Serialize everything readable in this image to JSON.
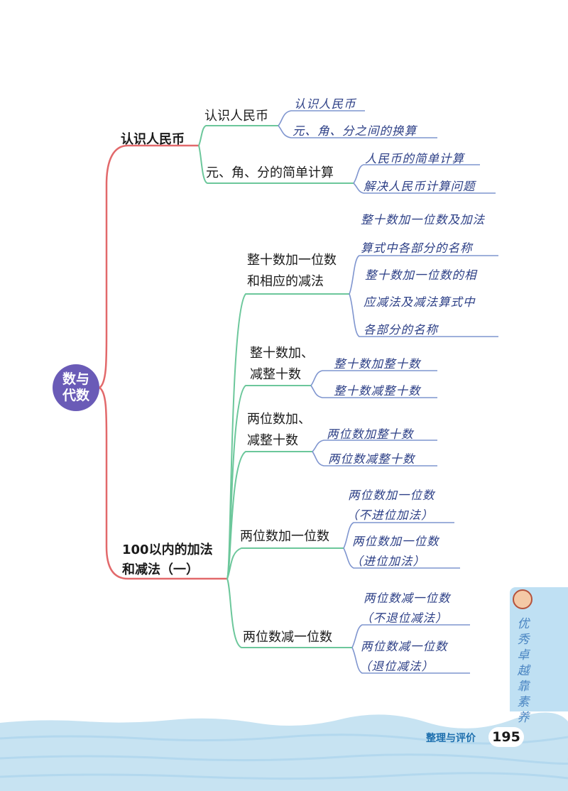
{
  "root": {
    "line1": "数与",
    "line2": "代数"
  },
  "branches": [
    {
      "label": "认识人民币",
      "children": [
        {
          "lines": [
            "认识人民币"
          ],
          "leaves": [
            [
              "认识人民币"
            ],
            [
              "元、角、分之间的换算"
            ]
          ]
        },
        {
          "lines": [
            "元、角、分的简单计算"
          ],
          "leaves": [
            [
              "人民币的简单计算"
            ],
            [
              "解决人民币计算问题"
            ]
          ]
        }
      ]
    },
    {
      "label_lines": [
        "100以内的加法",
        "和减法（一）"
      ],
      "children": [
        {
          "lines": [
            "整十数加一位数",
            "和相应的减法"
          ],
          "leaves": [
            [
              "整十数加一位数及加法",
              "算式中各部分的名称"
            ],
            [
              "整十数加一位数的相",
              "应减法及减法算式中",
              "各部分的名称"
            ]
          ]
        },
        {
          "lines": [
            "整十数加、",
            "减整十数"
          ],
          "leaves": [
            [
              "整十数加整十数"
            ],
            [
              "整十数减整十数"
            ]
          ]
        },
        {
          "lines": [
            "两位数加、",
            "减整十数"
          ],
          "leaves": [
            [
              "两位数加整十数"
            ],
            [
              "两位数减整十数"
            ]
          ]
        },
        {
          "lines": [
            "两位数加一位数"
          ],
          "leaves": [
            [
              "两位数加一位数",
              "（不进位加法）"
            ],
            [
              "两位数加一位数",
              "（进位加法）"
            ]
          ]
        },
        {
          "lines": [
            "两位数减一位数"
          ],
          "leaves": [
            [
              "两位数减一位数",
              "（不退位减法）"
            ],
            [
              "两位数减一位数",
              "（退位减法）"
            ]
          ]
        }
      ]
    }
  ],
  "side_tab": {
    "text": "优秀卓越靠素养"
  },
  "footer": {
    "section": "整理与评价",
    "page_number": "195"
  },
  "colors": {
    "root": "#6a5bb7",
    "level1_line": "#e2696b",
    "level2_line": "#6cc79b",
    "level3_line": "#7f95cf",
    "sea": "#c7e3f2"
  }
}
